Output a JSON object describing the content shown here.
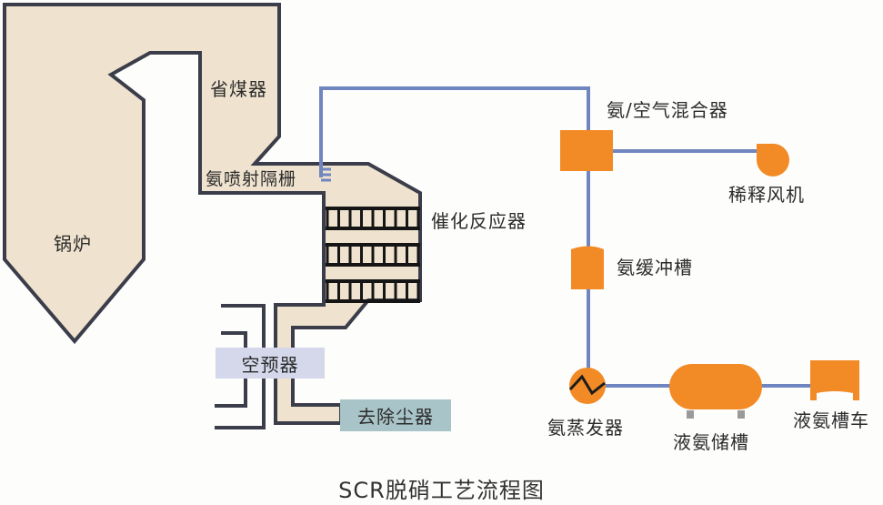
{
  "diagram": {
    "title": "SCR脱硝工艺流程图",
    "colors": {
      "duct_fill": "#efe3cf",
      "duct_stroke": "#3b3e4a",
      "pipe": "#6f86c0",
      "equipment": "#f28a25",
      "air_preheater_box": "#d4d8ea",
      "dust_collector_box": "#a9c4c8"
    },
    "labels": {
      "boiler": "锅炉",
      "economizer": "省煤器",
      "ammonia_injection_grid": "氨喷射隔栅",
      "catalytic_reactor": "催化反应器",
      "air_preheater": "空预器",
      "dust_collector": "去除尘器",
      "ammonia_air_mixer": "氨/空气混合器",
      "dilution_fan": "稀释风机",
      "ammonia_buffer_tank": "氨缓冲槽",
      "ammonia_evaporator": "氨蒸发器",
      "liquid_ammonia_storage_tank": "液氨储槽",
      "liquid_ammonia_tanker": "液氨槽车"
    },
    "catalyst_layers": 3
  }
}
